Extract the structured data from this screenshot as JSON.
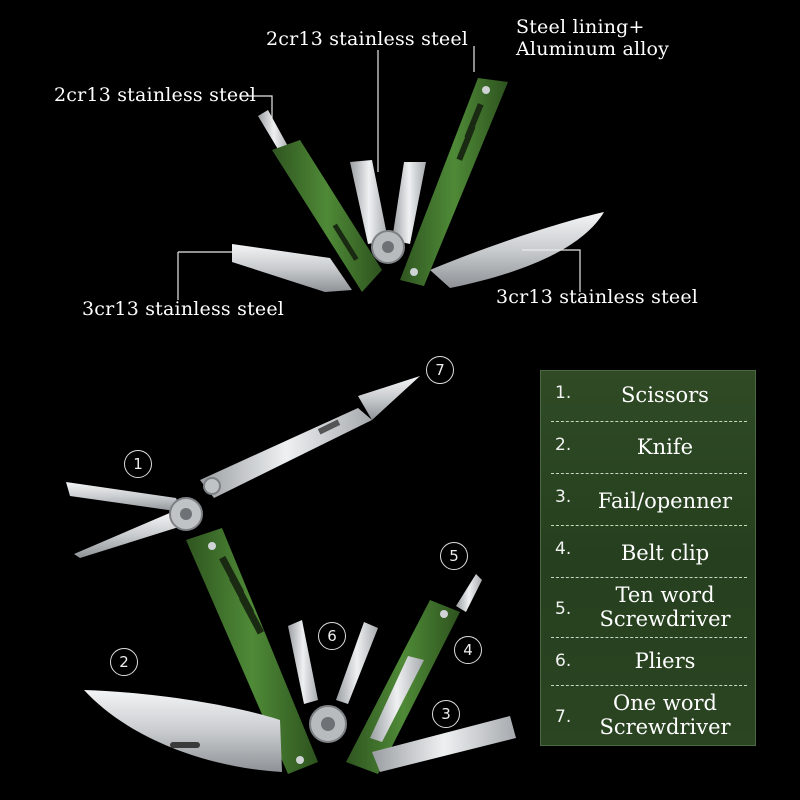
{
  "callouts": {
    "top_center": "2cr13 stainless steel",
    "top_left": "2cr13 stainless steel",
    "top_right_line1": "Steel lining+",
    "top_right_line2": "Aluminum alloy",
    "mid_left": "3cr13 stainless steel",
    "mid_right": "3cr13 stainless steel"
  },
  "markers": {
    "m1": "1",
    "m2": "2",
    "m3": "3",
    "m4": "4",
    "m5": "5",
    "m6": "6",
    "m7": "7"
  },
  "legend": [
    {
      "index": "1.",
      "label": "Scissors"
    },
    {
      "index": "2.",
      "label": "Knife"
    },
    {
      "index": "3.",
      "label": "Fail/openner"
    },
    {
      "index": "4.",
      "label": "Belt clip"
    },
    {
      "index": "5.",
      "label": "Ten word Screwdriver"
    },
    {
      "index": "6.",
      "label": "Pliers"
    },
    {
      "index": "7.",
      "label": "One word Screwdriver"
    }
  ],
  "colors": {
    "background": "#000000",
    "handle_green": "#3f6e2c",
    "steel": "#d7d9db",
    "legend_bg": "#2b4523"
  }
}
